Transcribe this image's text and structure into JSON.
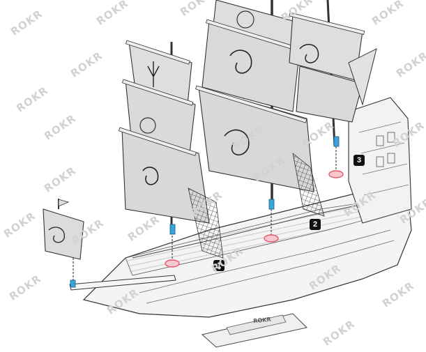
{
  "diagram": {
    "callouts": [
      {
        "id": "1",
        "label": "1"
      },
      {
        "id": "2",
        "label": "2"
      },
      {
        "id": "3",
        "label": "3"
      }
    ],
    "watermark": "ROKR",
    "plaque_text": "ROKR",
    "colors": {
      "sail": "#dcdcdc",
      "sail_stroke": "#3a3a3a",
      "hull": "#f2f2f2",
      "line": "#333333",
      "peg": "#3aa6dc",
      "socket": "#e05a6a",
      "callout": "#111111"
    }
  }
}
